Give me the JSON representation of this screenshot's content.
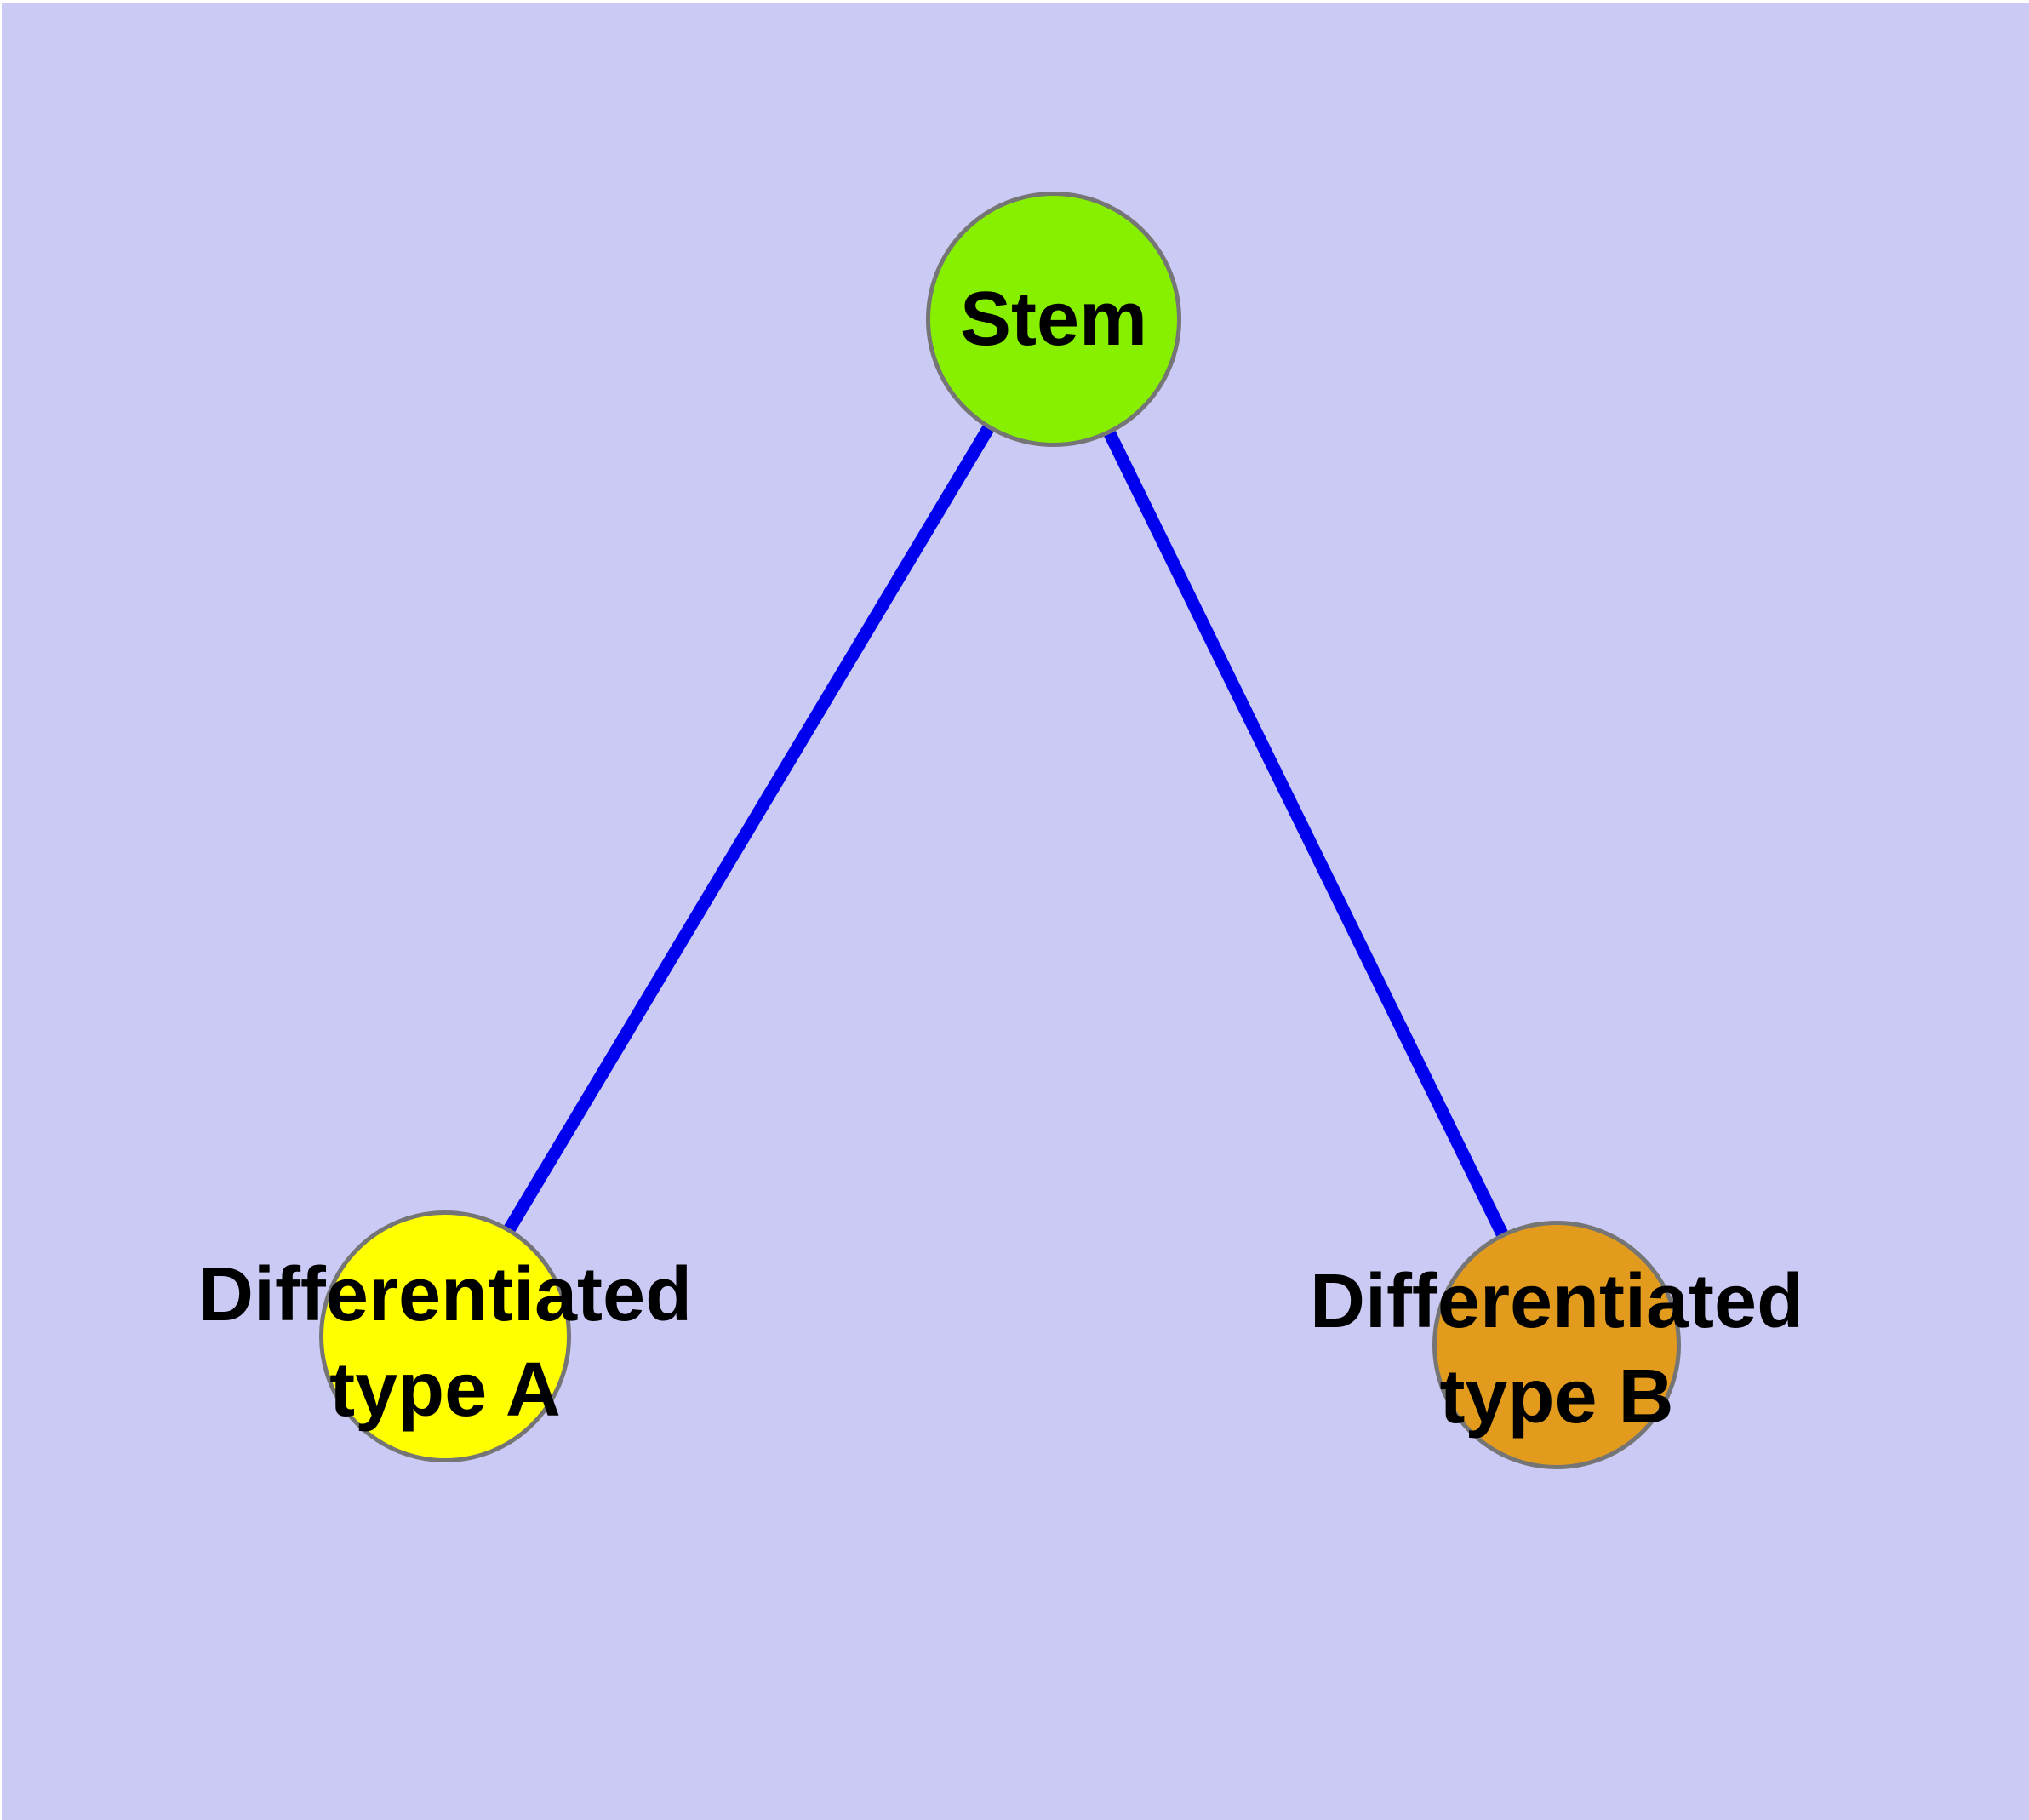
{
  "diagram": {
    "type": "node-link-graph",
    "background_color": "#CACAF4",
    "edge_color": "#0000EE",
    "node_border_color": "#757575",
    "label_color": "#000000",
    "nodes": [
      {
        "id": "stem",
        "label": "Stem",
        "label_line1": "Stem",
        "label_line2": "",
        "color": "#87F000"
      },
      {
        "id": "diff-a",
        "label": "Differentiated type A",
        "label_line1": "Differentiated",
        "label_line2": "type A",
        "color": "#FFFF00"
      },
      {
        "id": "diff-b",
        "label": "Differentiated type B",
        "label_line1": "Differentiated",
        "label_line2": "type B",
        "color": "#E39B1E"
      }
    ],
    "edges": [
      {
        "from": "Stem",
        "to": "Differentiated type A"
      },
      {
        "from": "Stem",
        "to": "Differentiated type B"
      }
    ]
  }
}
